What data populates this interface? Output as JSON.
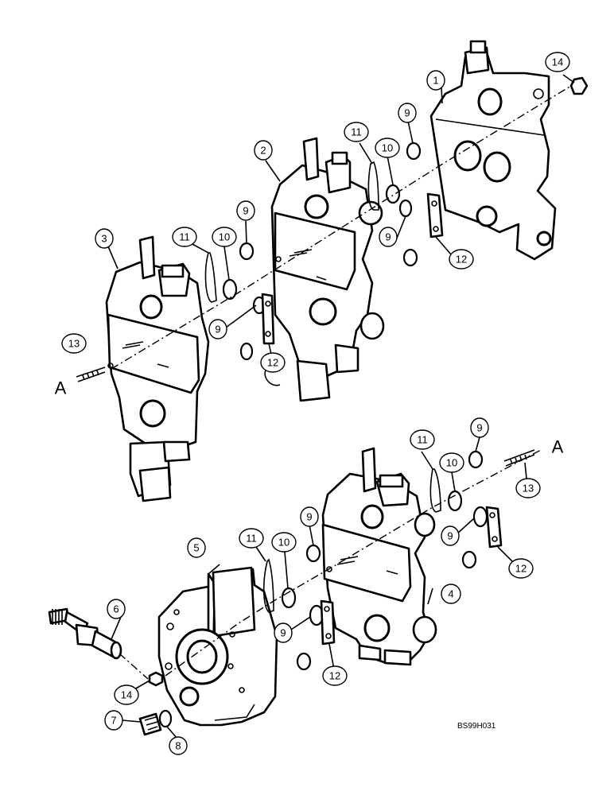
{
  "callouts": {
    "c1": "1",
    "c2": "2",
    "c3": "3",
    "c4": "4",
    "c5": "5",
    "c6": "6",
    "c7": "7",
    "c8": "8",
    "c9a": "9",
    "c9b": "9",
    "c9c": "9",
    "c9d": "9",
    "c9e": "9",
    "c9f": "9",
    "c9g": "9",
    "c10a": "10",
    "c10b": "10",
    "c10c": "10",
    "c10d": "10",
    "c11a": "11",
    "c11b": "11",
    "c11c": "11",
    "c11d": "11",
    "c12a": "12",
    "c12b": "12",
    "c12c": "12",
    "c12d": "12",
    "c13a": "13",
    "c13b": "13",
    "c14a": "14",
    "c14b": "14"
  },
  "reference_letters": {
    "left": "A",
    "right": "A"
  },
  "drawing_code": "BS99H031"
}
